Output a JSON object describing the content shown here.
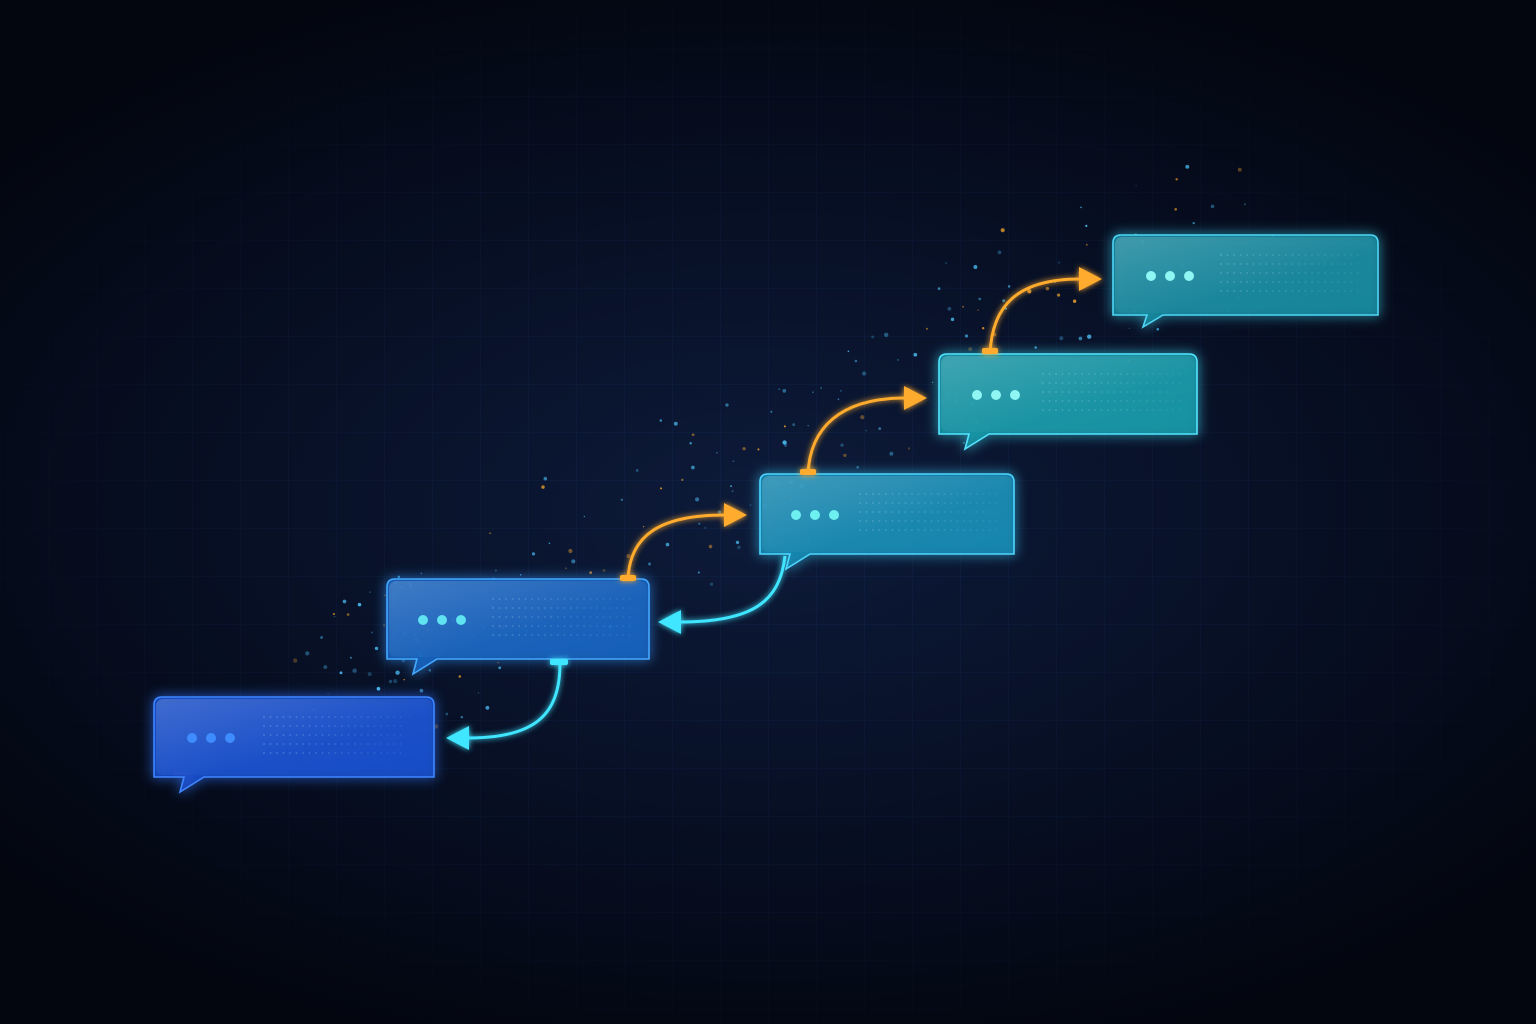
{
  "palette": {
    "background": "#070f24",
    "grid": "#16305e",
    "orange_arrow": "#ffab2e",
    "cyan_arrow": "#3fe6ff"
  },
  "bubbles": [
    {
      "id": "bubble-1",
      "fill": "#1a4fd0",
      "stroke": "#3f86ff",
      "dot": "#3f8cff"
    },
    {
      "id": "bubble-2",
      "fill": "#1763c0",
      "stroke": "#45a8ff",
      "dot": "#5fe3f0"
    },
    {
      "id": "bubble-3",
      "fill": "#138bb4",
      "stroke": "#4fd5ff",
      "dot": "#6ff0f0"
    },
    {
      "id": "bubble-4",
      "fill": "#1398a8",
      "stroke": "#55e3ff",
      "dot": "#8ff6f4"
    },
    {
      "id": "bubble-5",
      "fill": "#148aa0",
      "stroke": "#4fd6f5",
      "dot": "#8ff6f4"
    }
  ],
  "arrows": [
    {
      "id": "arrow-orange-1",
      "color": "orange",
      "direction": "forward"
    },
    {
      "id": "arrow-orange-2",
      "color": "orange",
      "direction": "forward"
    },
    {
      "id": "arrow-orange-3",
      "color": "orange",
      "direction": "forward"
    },
    {
      "id": "arrow-cyan-1",
      "color": "cyan",
      "direction": "backward"
    },
    {
      "id": "arrow-cyan-2",
      "color": "cyan",
      "direction": "backward"
    }
  ]
}
